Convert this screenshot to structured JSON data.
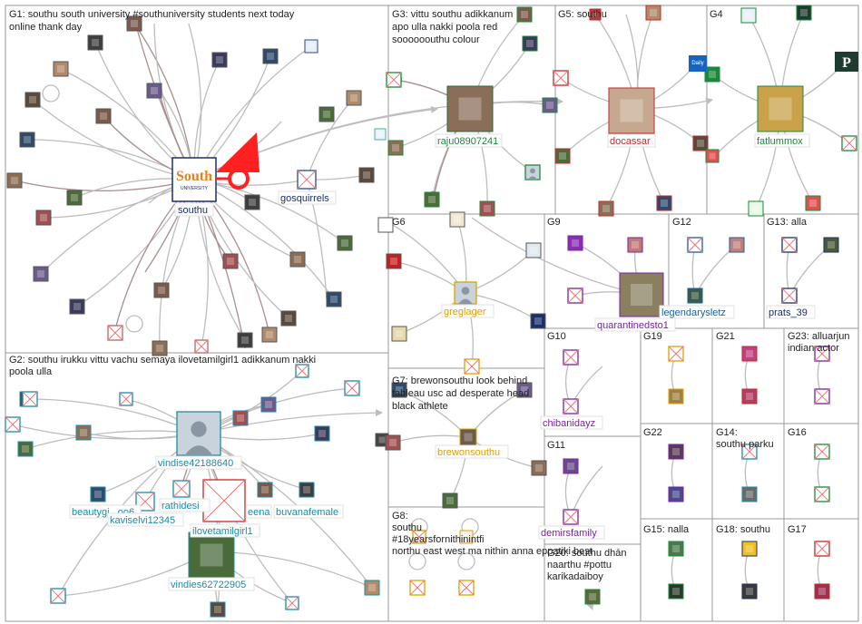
{
  "graph": {
    "colors": {
      "edge": "#bdbdbd",
      "edge_strong": "#a98d8d",
      "panel_border": "#9a9a9a",
      "label_blue": "#1b5f9e",
      "label_teal": "#1a8ca8",
      "label_green": "#1a8a3a",
      "label_red": "#c62828",
      "label_purple": "#7b1fa2",
      "label_orange": "#e0a000",
      "label_navy": "#1a2f6b",
      "highlight": "#ff0000"
    },
    "groups": [
      {
        "id": "G1",
        "text": "G1: southu south university #southuniversity students next today online thank day"
      },
      {
        "id": "G2",
        "text": "G2: southu irukku vittu vachu semaya ilovetamilgirl1 adikkanum nakki poola ulla"
      },
      {
        "id": "G3",
        "text": "G3: vittu southu adikkanum apo ulla nakki poola red soooooouthu colour"
      },
      {
        "id": "G5",
        "text": "G5: southu"
      },
      {
        "id": "G4",
        "text": "G4"
      },
      {
        "id": "G6",
        "text": "G6"
      },
      {
        "id": "G9",
        "text": "G9"
      },
      {
        "id": "G12",
        "text": "G12"
      },
      {
        "id": "G13",
        "text": "G13: alla"
      },
      {
        "id": "G7",
        "text": "G7: brewonsouthu look behind tableau usc ad desperate head black athlete"
      },
      {
        "id": "G10",
        "text": "G10"
      },
      {
        "id": "G19",
        "text": "G19"
      },
      {
        "id": "G21",
        "text": "G21"
      },
      {
        "id": "G23",
        "text": "G23: alluarjun indian actor"
      },
      {
        "id": "G22",
        "text": "G22"
      },
      {
        "id": "G14",
        "text": "G14: southu parku"
      },
      {
        "id": "G16",
        "text": "G16"
      },
      {
        "id": "G11",
        "text": "G11"
      },
      {
        "id": "G8",
        "text": "G8: southu #18yearsfornithinintfi northu east west ma nithin anna eppatiki best"
      },
      {
        "id": "G15",
        "text": "G15: nalla"
      },
      {
        "id": "G18",
        "text": "G18: southu"
      },
      {
        "id": "G17",
        "text": "G17"
      },
      {
        "id": "G20",
        "text": "G20: southu dhān naarthu #pottu karikadaiboy"
      }
    ],
    "labels": [
      {
        "id": "southu",
        "text": "southu"
      },
      {
        "id": "gosquirrels",
        "text": "gosquirrels"
      },
      {
        "id": "raju08907241",
        "text": "raju08907241"
      },
      {
        "id": "docassar",
        "text": "docassar"
      },
      {
        "id": "fatlummox",
        "text": "fatlummox"
      },
      {
        "id": "greglager",
        "text": "greglager"
      },
      {
        "id": "quarantinedsto1",
        "text": "quarantinedsto1"
      },
      {
        "id": "legendarysletz",
        "text": "legendarysletz"
      },
      {
        "id": "prats_39",
        "text": "prats_39"
      },
      {
        "id": "vindise42188640",
        "text": "vindise42188640"
      },
      {
        "id": "rathidesi",
        "text": "rathidesi"
      },
      {
        "id": "beautygirl",
        "text": "beautygi...oo6"
      },
      {
        "id": "kaviselvi12345",
        "text": "kaviselvi12345"
      },
      {
        "id": "ilovetamilgirl1",
        "text": "ilovetamilgirl1"
      },
      {
        "id": "eena",
        "text": "eena"
      },
      {
        "id": "buvanafemale",
        "text": "buvanafemale"
      },
      {
        "id": "vindies62722905",
        "text": "vindies62722905"
      },
      {
        "id": "brewonsouthu",
        "text": "brewonsouthu"
      },
      {
        "id": "chibanidayz",
        "text": "chibanidayz"
      },
      {
        "id": "demirsfamily",
        "text": "demirsfamily"
      }
    ],
    "logos": {
      "south": "South",
      "university": "UNIVERSITY",
      "p": "P",
      "daily": "Daily"
    }
  }
}
